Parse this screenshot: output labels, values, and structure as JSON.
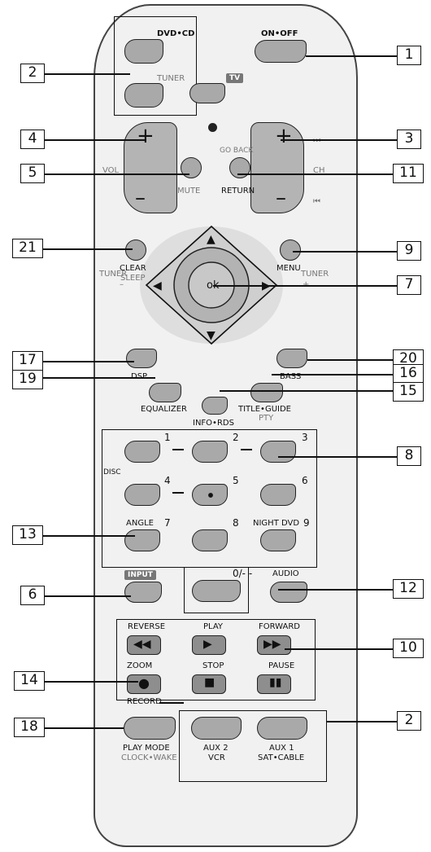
{
  "top": {
    "dvd_cd": "DVD•CD",
    "tuner": "TUNER",
    "tv": "TV",
    "on_off": "ON•OFF"
  },
  "volume": {
    "vol": "VOL",
    "plus": "+",
    "minus": "–",
    "mute": "MUTE"
  },
  "channel": {
    "ch": "CH",
    "plus": "+",
    "minus": "–",
    "go_back": "GO BACK",
    "return": "RETURN",
    "next": "⏭",
    "prev": "⏮"
  },
  "nav": {
    "clear": "CLEAR",
    "sleep": "SLEEP",
    "menu": "MENU",
    "tuner_left": "TUNER",
    "tuner_right": "TUNER",
    "ok": "ok",
    "minus": "–",
    "plus": "+"
  },
  "sound": {
    "dsp": "DSP",
    "bass": "BASS",
    "equalizer": "EQUALIZER",
    "title_guide": "TITLE•GUIDE",
    "pty": "PTY",
    "info_rds": "INFO•RDS"
  },
  "numpad": {
    "disc": "DISC",
    "n1": "1",
    "n2": "2",
    "n3": "3",
    "n4": "4",
    "n5": "5",
    "n6": "6",
    "angle": "ANGLE",
    "n7": "7",
    "n8": "8",
    "night_dvd": "NIGHT DVD",
    "n9": "9",
    "n0": "0/- -",
    "input": "INPUT",
    "audio": "AUDIO"
  },
  "transport": {
    "reverse": "REVERSE",
    "play": "PLAY",
    "forward": "FORWARD",
    "zoom": "ZOOM",
    "stop": "STOP",
    "pause": "PAUSE",
    "record": "RECORD"
  },
  "sources": {
    "play_mode": "PLAY MODE",
    "clock_wake": "CLOCK•WAKE",
    "aux2": "AUX 2",
    "vcr": "VCR",
    "aux1": "AUX 1",
    "sat_cable": "SAT•CABLE"
  },
  "callouts": {
    "c1": "1",
    "c2": "2",
    "c3": "3",
    "c4": "4",
    "c5": "5",
    "c6": "6",
    "c7": "7",
    "c8": "8",
    "c9": "9",
    "c10": "10",
    "c11": "11",
    "c12": "12",
    "c13": "13",
    "c14": "14",
    "c15": "15",
    "c16": "16",
    "c17": "17",
    "c18": "18",
    "c19": "19",
    "c20": "20",
    "c21": "21",
    "c2b": "2"
  }
}
